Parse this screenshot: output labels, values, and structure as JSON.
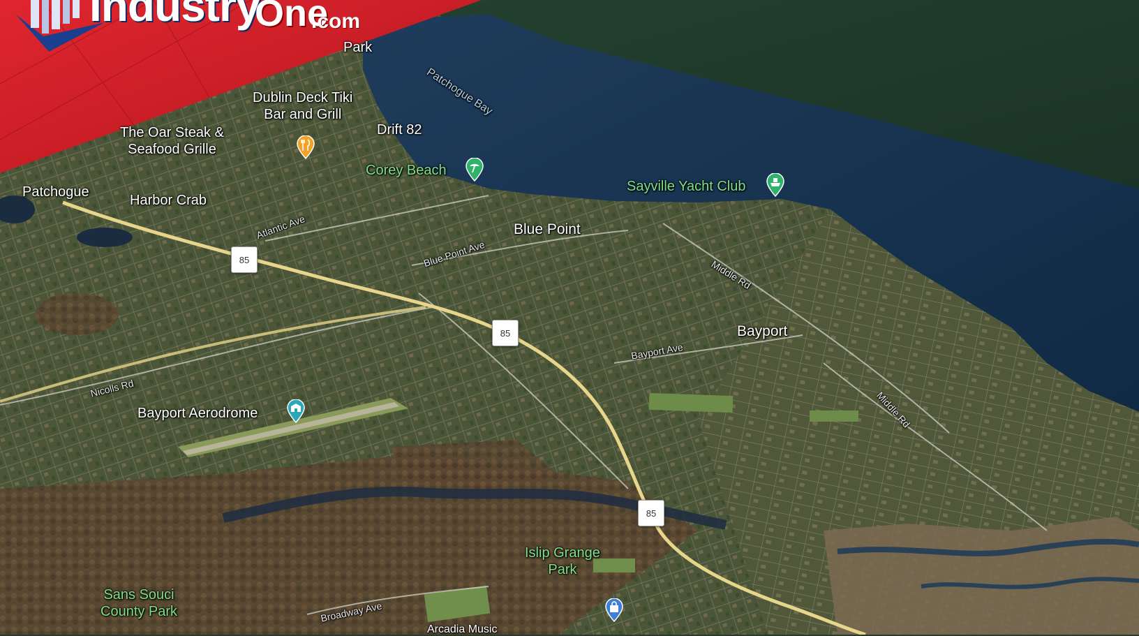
{
  "logo": {
    "part1": "Industry",
    "part2": "One",
    "part3": ".com"
  },
  "places": {
    "park_top": "Park",
    "patchogue_bay": "Patchogue Bay",
    "dublin_deck": "Dublin Deck Tiki\nBar and Grill",
    "oar_steak": "The Oar Steak &\nSeafood Grille",
    "drift82": "Drift 82",
    "corey_beach": "Corey Beach",
    "sayville_yacht": "Sayville Yacht Club",
    "patchogue": "Patchogue",
    "harbor_crab": "Harbor Crab",
    "blue_point": "Blue Point",
    "bayport": "Bayport",
    "bayport_aerodrome": "Bayport Aerodrome",
    "islip_grange": "Islip Grange\nPark",
    "sans_souci": "Sans Souci\nCounty Park",
    "arcadia": "Arcadia Music"
  },
  "roads": {
    "atlantic": "Atlantic Ave",
    "blue_point_ave": "Blue Point Ave",
    "middle_rd_1": "Middle Rd",
    "middle_rd_2": "Middle Rd",
    "bayport_ave": "Bayport Ave",
    "nicolls": "Nicolls Rd",
    "broadway": "Broadway Ave"
  },
  "shields": {
    "s1": "85",
    "s2": "85",
    "s3": "85"
  },
  "colors": {
    "banner_red": "#d4202a",
    "logo_blue": "#1a3f8f",
    "water": "#16324f",
    "land": "#4a5234",
    "pin_orange": "#f2a227",
    "pin_green": "#2fb36b",
    "pin_teal": "#2aa7b8",
    "pin_blue": "#3f7fd8"
  },
  "icons": [
    "fork-knife-icon",
    "beach-icon",
    "ferry-icon",
    "airport-icon",
    "shopping-bag-icon"
  ]
}
